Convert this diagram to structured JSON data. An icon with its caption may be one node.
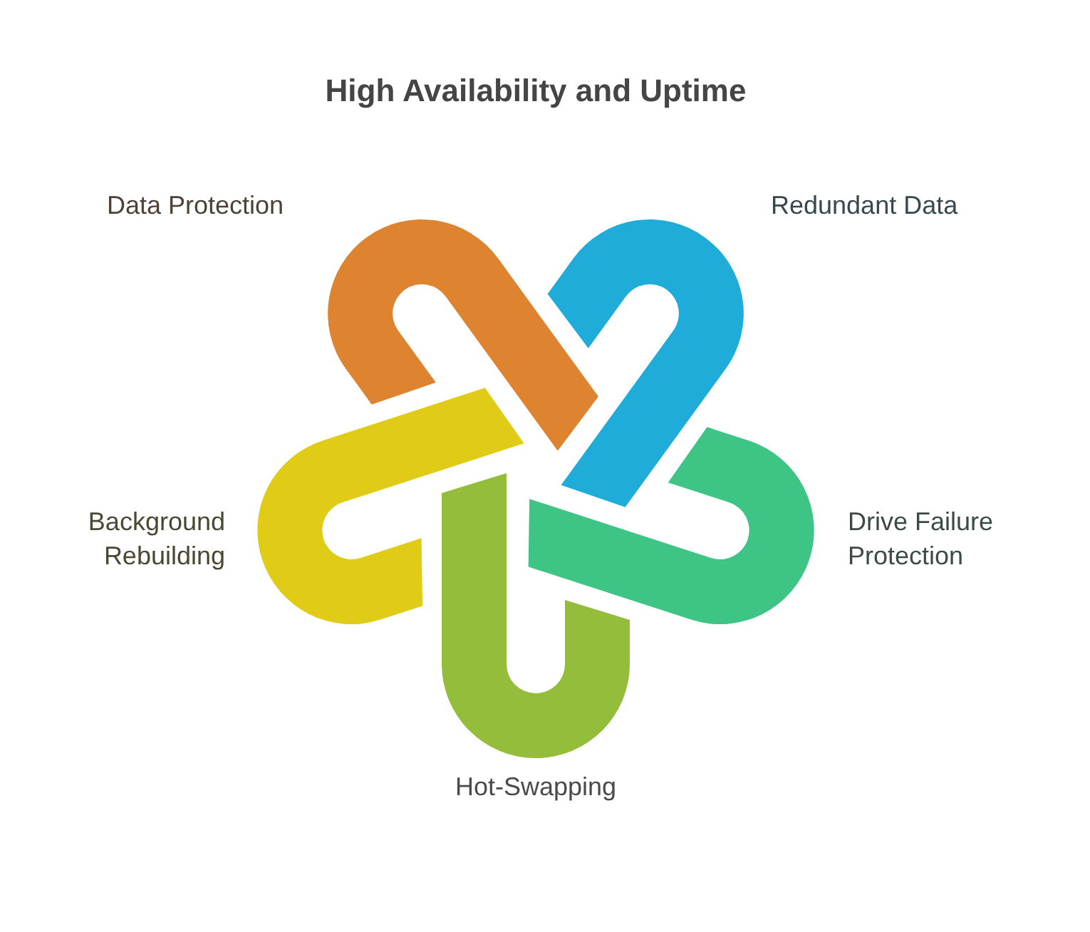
{
  "diagram": {
    "title": "High Availability and Uptime",
    "nodes": [
      {
        "text": [],
        "shape": "band",
        "beside": [
          "Data Protection"
        ]
      },
      {
        "text": [],
        "shape": "band",
        "beside": [
          "Redundant Data"
        ]
      },
      {
        "text": [],
        "shape": "band",
        "beside": [
          "Background Rebuilding"
        ]
      },
      {
        "text": [],
        "shape": "band",
        "beside": [
          "Drive Failure Protection"
        ]
      },
      {
        "text": [],
        "shape": "band",
        "beside": [
          "Hot-Swapping"
        ]
      }
    ]
  }
}
